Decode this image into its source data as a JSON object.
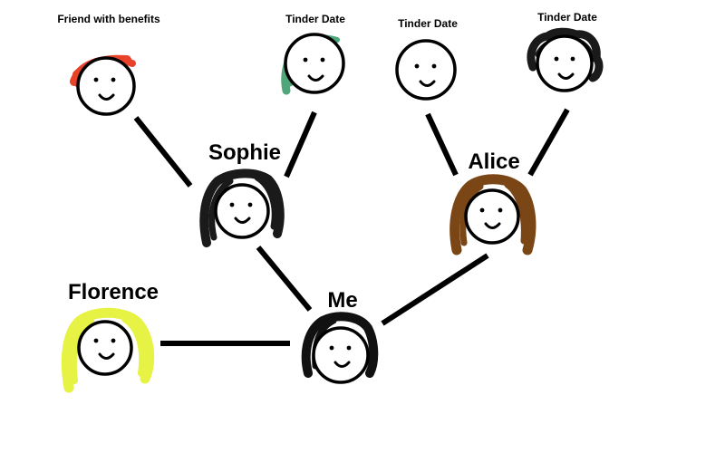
{
  "labels": {
    "fwb": "Friend with benefits",
    "tinder1": "Tinder Date",
    "tinder2": "Tinder Date",
    "tinder3": "Tinder Date",
    "sophie": "Sophie",
    "alice": "Alice",
    "florence": "Florence",
    "me": "Me"
  },
  "colors": {
    "fwb_hair": "#e8422a",
    "tinder1_hair": "#4fa67a",
    "tinder3_hair": "#1a1a1a",
    "sophie_hair": "#1a1a1a",
    "alice_hair": "#7a4616",
    "florence_hair": "#e6f244",
    "me_hair": "#111111",
    "ink": "#000000"
  }
}
